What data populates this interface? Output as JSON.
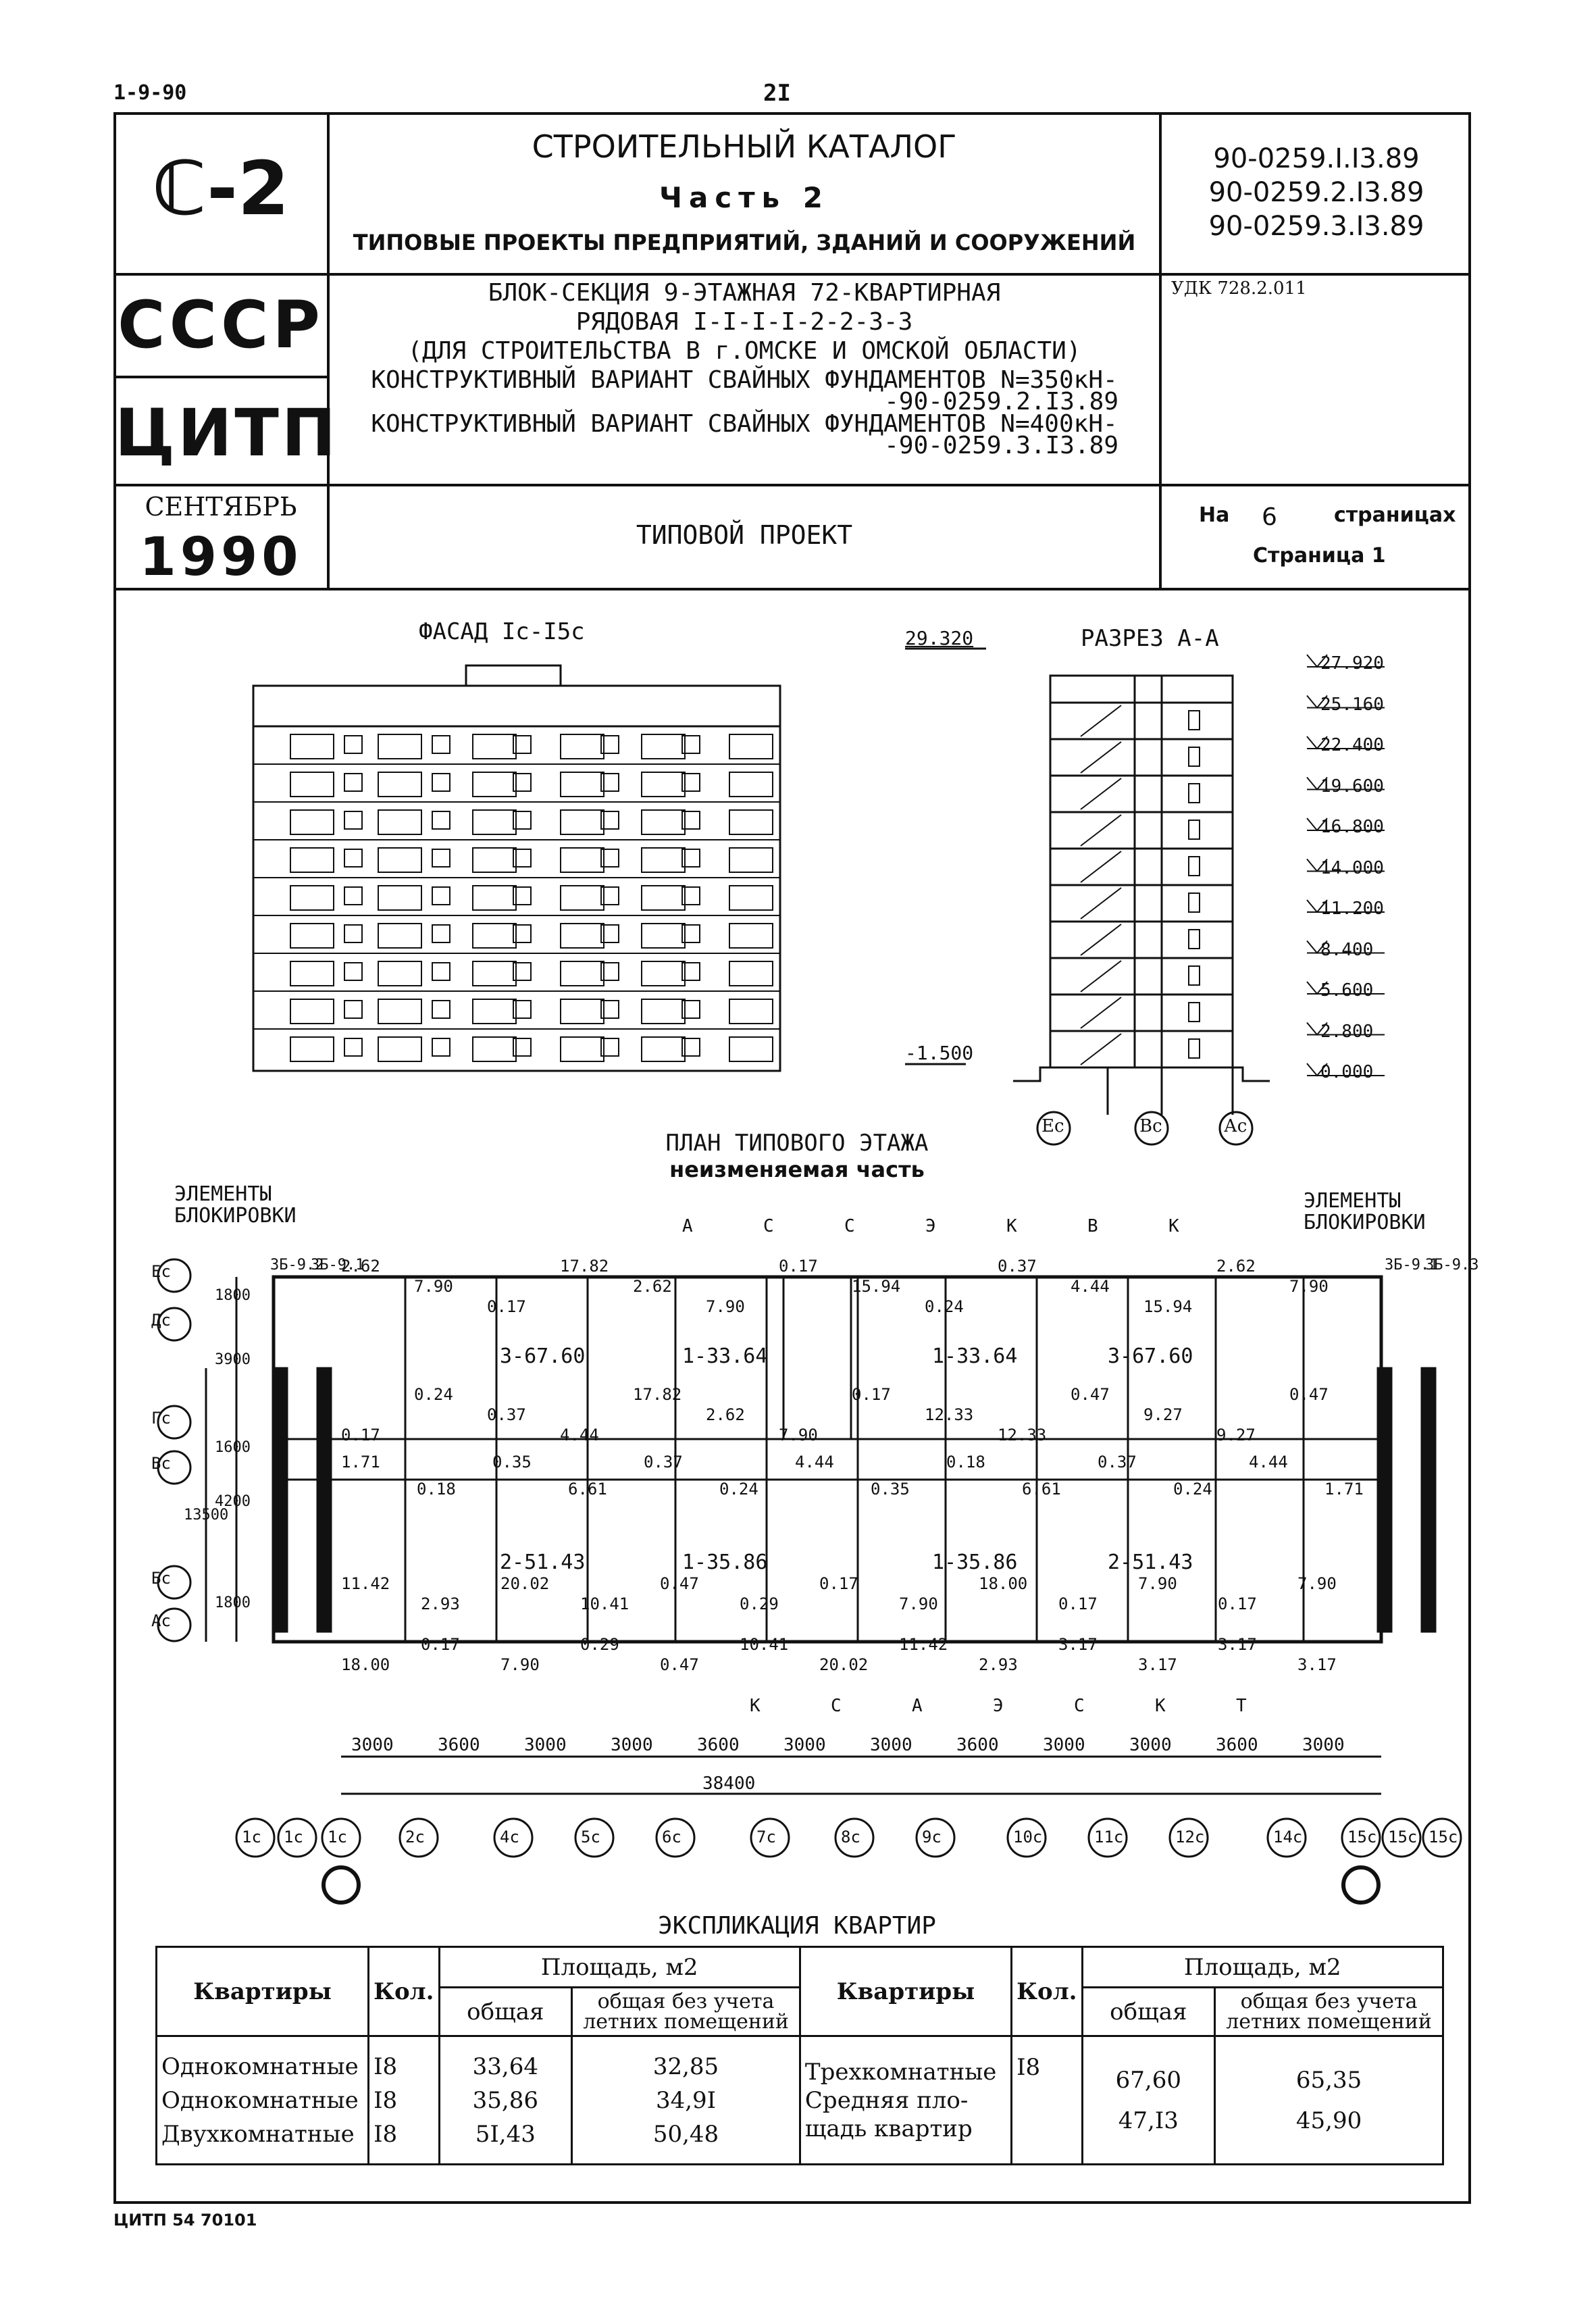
{
  "page": {
    "series": "1-9-90",
    "number": "2I",
    "footer": "ЦИТП 54 70101"
  },
  "header": {
    "logo": "ℂ-2",
    "catalog_title": "СТРОИТЕЛЬНЫЙ КАТАЛОГ",
    "part": "Часть 2",
    "subtitle": "ТИПОВЫЕ ПРОЕКТЫ ПРЕДПРИЯТИЙ, ЗДАНИЙ И СООРУЖЕНИЙ",
    "codes": [
      "90-0259.I.I3.89",
      "90-0259.2.I3.89",
      "90-0259.3.I3.89"
    ],
    "country": "СССР",
    "org": "ЦИТП",
    "udk": "УДК 728.2.011",
    "project_lines": [
      "БЛОК-СЕКЦИЯ 9-ЭТАЖНАЯ 72-КВАРТИРНАЯ",
      "РЯДОВАЯ I-I-I-I-2-2-3-3",
      "(ДЛЯ СТРОИТЕЛЬСТВА В г.ОМСКЕ И ОМСКОЙ ОБЛАСТИ)",
      "КОНСТРУКТИВНЫЙ ВАРИАНТ СВАЙНЫХ ФУНДАМЕНТОВ N=350кН-",
      "-90-0259.2.I3.89",
      "КОНСТРУКТИВНЫЙ ВАРИАНТ СВАЙНЫХ ФУНДАМЕНТОВ N=400кН-",
      "-90-0259.3.I3.89"
    ],
    "month": "СЕНТЯБРЬ",
    "year": "1990",
    "doc_type": "ТИПОВОЙ ПРОЕКТ",
    "pages_prefix": "На",
    "pages_count": "6",
    "pages_suffix": "страницах",
    "page_label": "Страница 1"
  },
  "drawings": {
    "facade_title": "ФАСАД Iс-I5с",
    "section_title": "РАЗРЕЗ А-А",
    "section_top_mark": "29.320",
    "section_bottom_mark": "-1.500",
    "levels": [
      "27.920",
      "25.160",
      "22.400",
      "19.600",
      "16.800",
      "14.000",
      "11.200",
      "8.400",
      "5.600",
      "2.800",
      "0.000"
    ],
    "section_axes": [
      "Ес",
      "Вс",
      "Ас"
    ],
    "plan_title": "ПЛАН ТИПОВОГО ЭТАЖА",
    "plan_subtitle": "неизменяемая часть",
    "blocking_left": [
      "ЭЛЕМЕНТЫ",
      "БЛОКИРОВКИ"
    ],
    "blocking_right": [
      "ЭЛЕМЕНТЫ",
      "БЛОКИРОВКИ"
    ],
    "row_axes": [
      "Ес",
      "Дс",
      "Гс",
      "Вс",
      "Бс",
      "Ас"
    ],
    "row_dims": [
      "1800",
      "3900",
      "1600",
      "4200",
      "1800"
    ],
    "row_total": "13500",
    "col_dims": [
      "3000",
      "3600",
      "3000",
      "3000",
      "3600",
      "3000",
      "3000",
      "3600",
      "3000",
      "3000",
      "3600",
      "3000"
    ],
    "col_total": "38400",
    "col_axes": [
      "1с",
      "1с",
      "1с",
      "2с",
      "4с",
      "5с",
      "6с",
      "7с",
      "8с",
      "9с",
      "10с",
      "11с",
      "12с",
      "14с",
      "15с",
      "15с",
      "15с"
    ],
    "wall_labels_left": [
      "3Б-9.2",
      "3Б-9.1"
    ],
    "wall_labels_right": [
      "3Б-9.1",
      "3Б-9.3"
    ],
    "apartments_top": [
      "3-67.60",
      "1-33.64",
      "1-33.64",
      "3-67.60"
    ],
    "apartments_bottom": [
      "2-51.43",
      "1-35.86",
      "1-35.86",
      "2-51.43"
    ],
    "room_areas_top": [
      "2.62",
      "7.90",
      "0.17",
      "17.82",
      "2.62",
      "7.90",
      "0.17",
      "15.94",
      "0.24",
      "0.37",
      "4.44",
      "15.94",
      "2.62",
      "7.90",
      "0.17",
      "0.24",
      "0.37",
      "4.44",
      "17.82",
      "2.62",
      "7.90",
      "0.17",
      "12.33",
      "12.33",
      "0.47",
      "9.27",
      "9.27",
      "0.47"
    ],
    "room_areas_mid": [
      "1.71",
      "0.18",
      "0.35",
      "6.61",
      "0.37",
      "0.24",
      "4.44",
      "0.35",
      "0.18",
      "6.61",
      "0.37",
      "0.24",
      "4.44",
      "1.71"
    ],
    "room_areas_bottom": [
      "11.42",
      "2.93",
      "20.02",
      "10.41",
      "0.47",
      "0.29",
      "0.17",
      "7.90",
      "18.00",
      "0.17",
      "7.90",
      "0.17",
      "7.90",
      "18.00",
      "0.17",
      "7.90",
      "0.29",
      "0.47",
      "10.41",
      "20.02",
      "11.42",
      "2.93",
      "3.17",
      "3.17",
      "3.17",
      "3.17"
    ],
    "section_marks": [
      "А",
      "С",
      "С",
      "Э",
      "К",
      "В",
      "К",
      "К",
      "С",
      "А",
      "Э",
      "С",
      "К",
      "Т"
    ]
  },
  "explication": {
    "title": "ЭКСПЛИКАЦИЯ КВАРТИР",
    "col_apartments": "Квартиры",
    "col_count": "Кол.",
    "col_area": "Площадь, м2",
    "col_total": "общая",
    "col_no_summer": "общая без учета летних помещений",
    "col_area_right": "Площадь, м2",
    "left_rows": [
      {
        "name": "Однокомнатные",
        "count": "I8",
        "total": "33,64",
        "net": "32,85"
      },
      {
        "name": "Однокомнатные",
        "count": "I8",
        "total": "35,86",
        "net": "34,9I"
      },
      {
        "name": "Двухкомнатные",
        "count": "I8",
        "total": "5I,43",
        "net": "50,48"
      }
    ],
    "right_rows": [
      {
        "name": "Трехкомнатные",
        "count": "I8",
        "total": "67,60",
        "net": "65,35"
      },
      {
        "name": "Средняя пло-щадь квартир",
        "count": "",
        "total": "47,I3",
        "net": "45,90"
      }
    ]
  }
}
